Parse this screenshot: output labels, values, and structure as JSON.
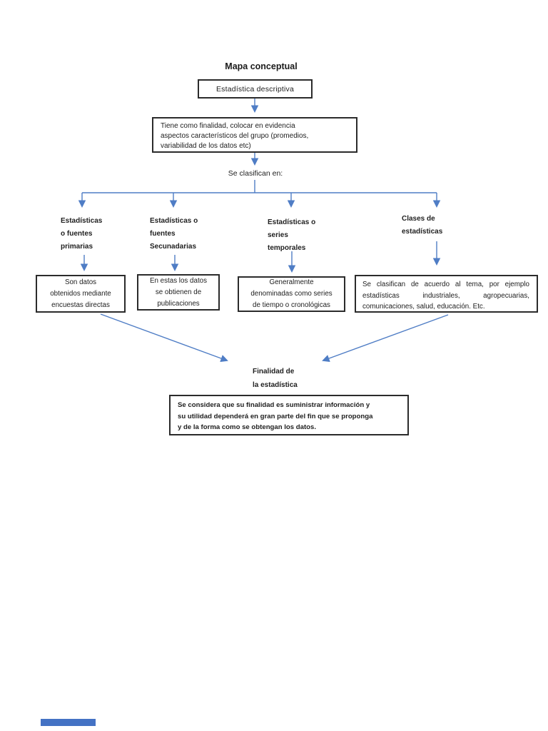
{
  "page": {
    "title": "Mapa conceptual"
  },
  "nodes": {
    "root": "Estadística descriptiva",
    "definition": "Tiene como finalidad, colocar en evidencia\naspectos característicos del grupo (promedios,\nvariabilidad de los datos etc)",
    "classification_label": "Se clasifican en:",
    "convergence_label": "Finalidad de\nla estadística",
    "conclusion": "Se considera que su finalidad es suministrar información y\nsu utilidad dependerá en gran parte del fin que se proponga\ny de la forma como se obtengan los datos."
  },
  "branches": [
    {
      "label": "Estadísticas\no fuentes\nprimarias",
      "description": "Son datos\nobtenidos mediante\nencuestas directas"
    },
    {
      "label": "Estadísticas o\nfuentes\nSecunadarias",
      "description": "En estas los datos\nse obtienen de\npublicaciones"
    },
    {
      "label": "Estadísticas o\nseries\ntemporales",
      "description": "Generalmente\ndenominadas como series\nde tiempo o cronológicas"
    },
    {
      "label": "Clases de\nestadísticas",
      "description": "Se clasifican de acuerdo al tema, por ejemplo estadísticas industriales, agropecuarias, comunicaciones, salud, educación. Etc."
    }
  ],
  "colors": {
    "arrow_blue": "#4f7dc5",
    "box_border": "#2b2b2b",
    "text": "#212121",
    "bottom_bar_blue": "#4472c4"
  }
}
